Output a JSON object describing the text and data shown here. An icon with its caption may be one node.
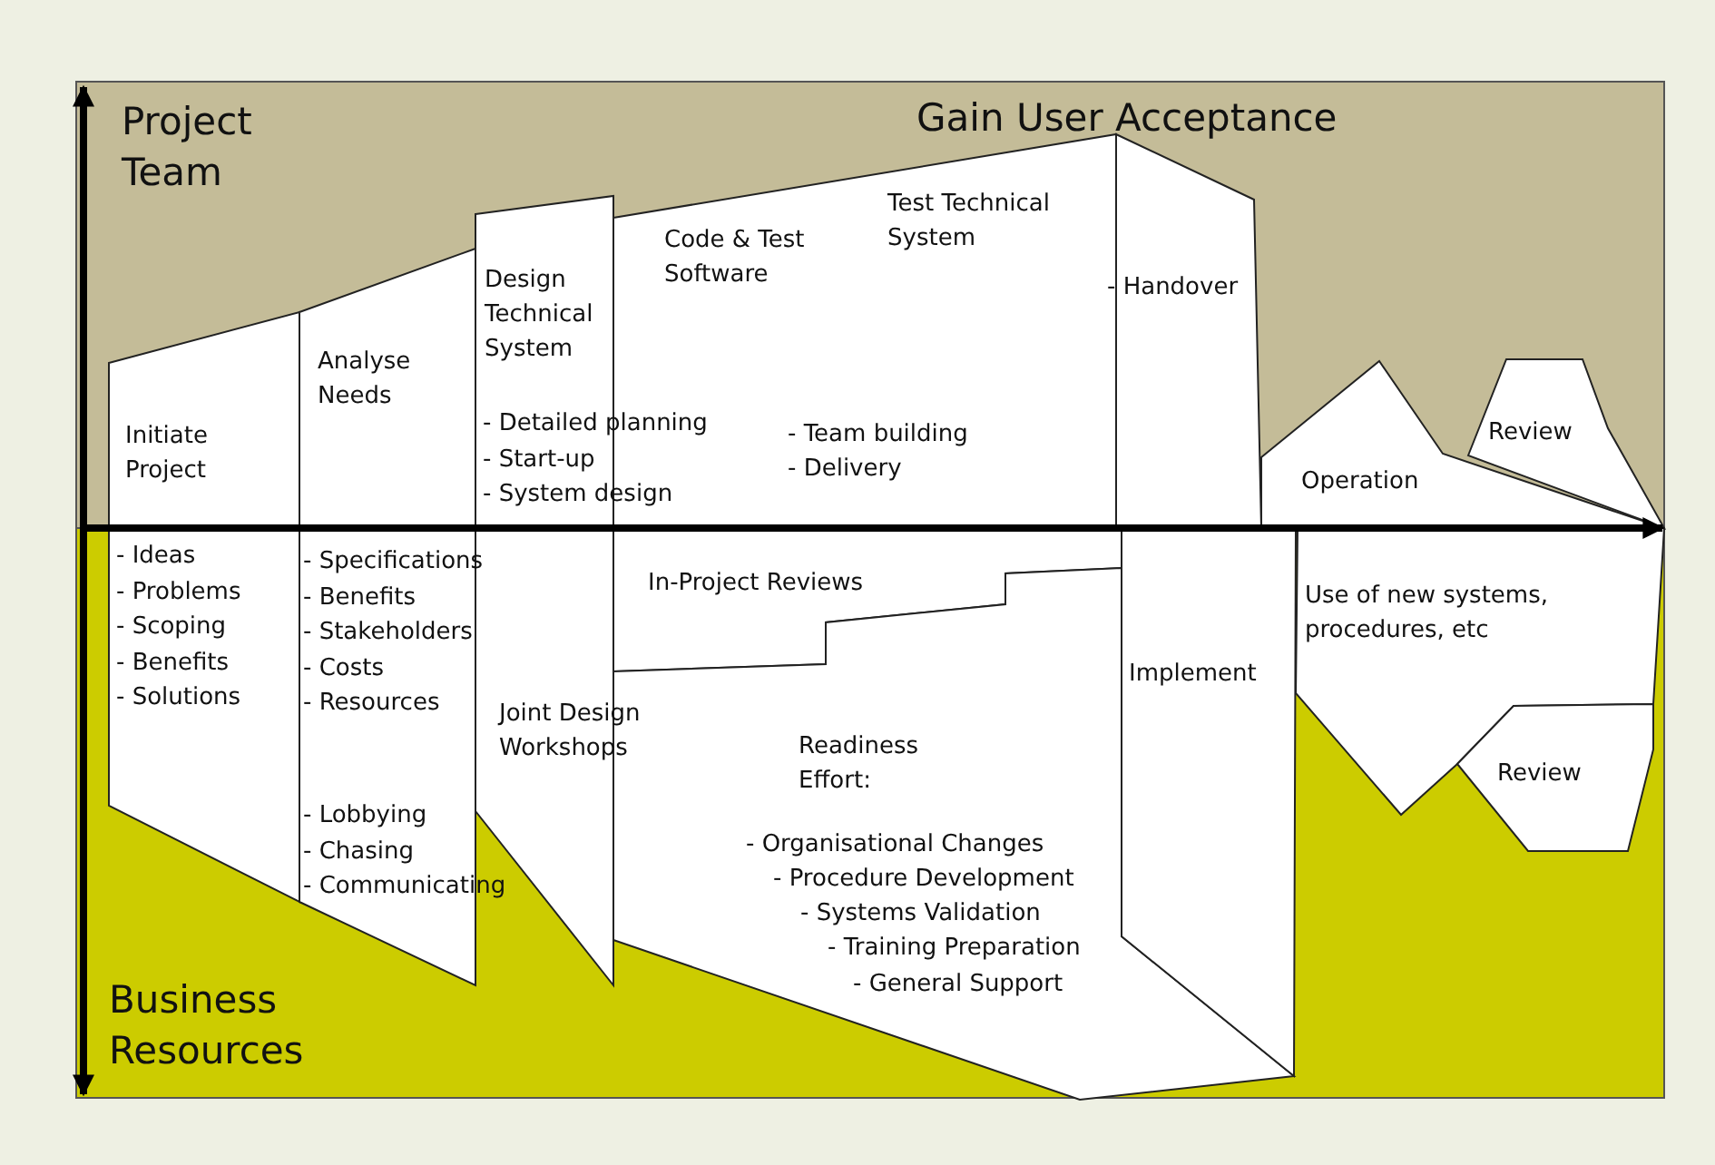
{
  "diagram": {
    "nodes": [
      {
        "text": [
          "Initiate Project",
          "- Ideas",
          "- Problems",
          "- Scoping",
          "- Benefits",
          "- Solutions"
        ]
      },
      {
        "text": [
          "Analyse Needs",
          "- Specifications",
          "- Benefits",
          "- Stakeholders",
          "- Costs",
          "- Resources",
          "- Lobbying",
          "- Chasing",
          "- Communicating"
        ]
      },
      {
        "text": [
          "Design Technical System",
          "- Detailed planning",
          "- Start-up",
          "- System design",
          "Joint Design Workshops"
        ]
      },
      {
        "text": [
          "Code & Test Software",
          "Test Technical System",
          "- Team building",
          "- Delivery"
        ]
      },
      {
        "text": [
          "- Handover"
        ]
      },
      {
        "text": [
          "Operation"
        ]
      },
      {
        "text": [
          "Review"
        ]
      },
      {
        "text": [
          "In-Project Reviews"
        ]
      },
      {
        "text": [
          "Readiness Effort:",
          "- Organisational Changes",
          "- Procedure Development",
          "- Systems Validation",
          "- Training Preparation",
          "- General Support"
        ]
      },
      {
        "text": [
          "Implement"
        ]
      },
      {
        "text": [
          "Use of new systems, procedures, etc"
        ]
      },
      {
        "text": [
          "Review"
        ]
      }
    ],
    "labels": [
      "Project Team",
      "Gain User Acceptance",
      "Business Resources"
    ]
  }
}
